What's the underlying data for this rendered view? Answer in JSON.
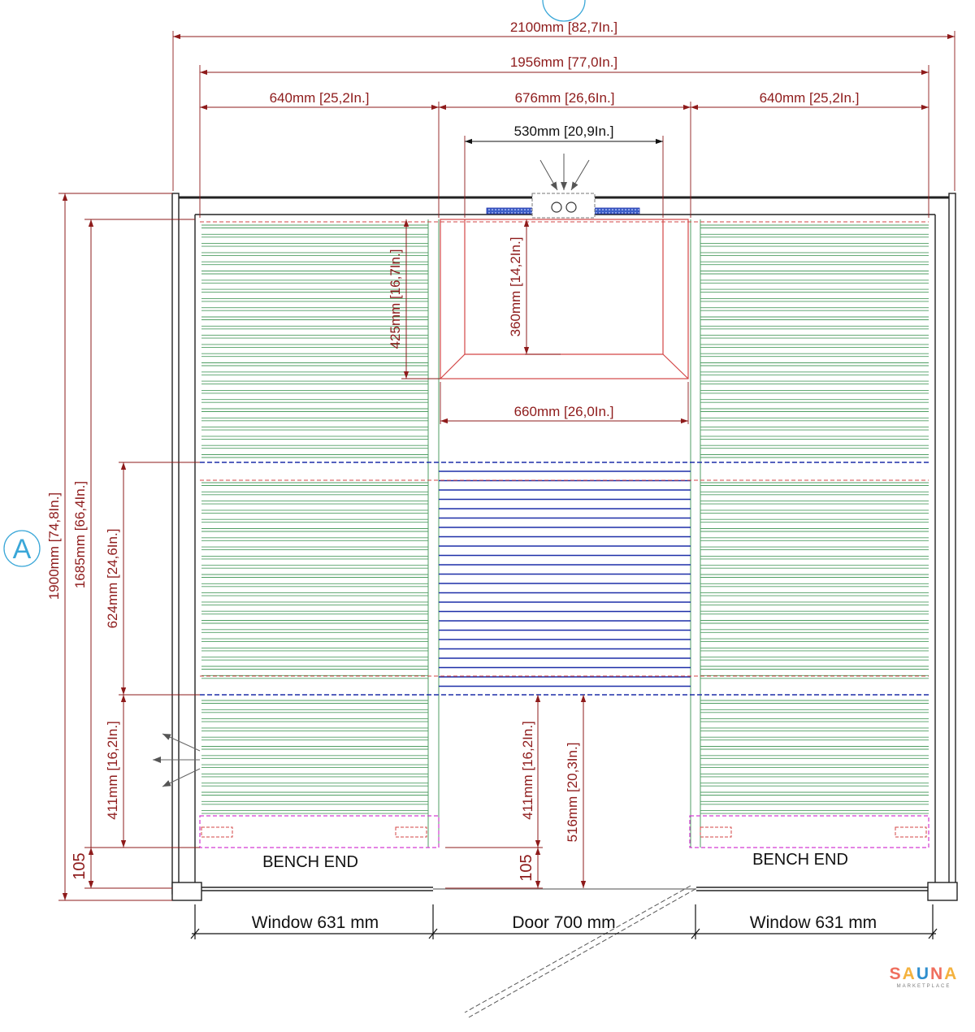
{
  "dimensions": {
    "overall_width": "2100mm [82,7In.]",
    "inner_width": "1956mm [77,0In.]",
    "left_bench_width": "640mm [25,2In.]",
    "center_width": "676mm [26,6In.]",
    "right_bench_width": "640mm [25,2In.]",
    "heater_width": "530mm [20,9In.]",
    "heater_area_depth": "425mm [16,7In.]",
    "heater_inner_depth": "360mm [14,2In.]",
    "heater_area_width": "660mm [26,0In.]",
    "overall_depth": "1900mm [74,8In.]",
    "inner_depth": "1685mm [66,4In.]",
    "upper_bench_depth": "624mm [24,6In.]",
    "lower_bench_depth_left": "411mm [16,2In.]",
    "lower_bench_depth_center": "411mm [16,2In.]",
    "door_zone_depth": "516mm [20,3In.]",
    "bench_offset_left": "105",
    "bench_offset_center": "105"
  },
  "labels": {
    "bench_end_left": "BENCH END",
    "bench_end_right": "BENCH END",
    "window_left": "Window 631 mm",
    "door": "Door 700 mm",
    "window_right": "Window 631 mm"
  },
  "markers": {
    "section_a": "A"
  },
  "logo": {
    "letters": [
      "S",
      "A",
      "U",
      "N",
      "A"
    ],
    "letter_colors": [
      "#ef6f5e",
      "#f4b23e",
      "#2f8fce",
      "#ef6f5e",
      "#f4b23e"
    ],
    "subtitle": "MARKETPLACE"
  },
  "colors": {
    "dimension": "#8e1b1b",
    "slat": "#4f9e63",
    "blue_slat": "#1d2fa8",
    "marker": "#3aa7d8"
  }
}
